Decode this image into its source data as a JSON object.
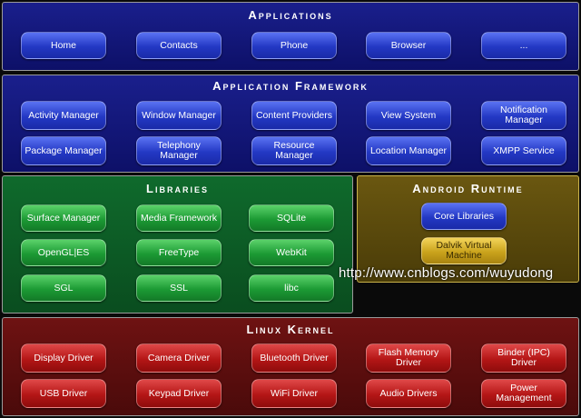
{
  "applications": {
    "title": "Applications",
    "items": [
      "Home",
      "Contacts",
      "Phone",
      "Browser",
      "..."
    ]
  },
  "framework": {
    "title": "Application Framework",
    "items": [
      "Activity Manager",
      "Window Manager",
      "Content Providers",
      "View System",
      "Notification Manager",
      "Package Manager",
      "Telephony Manager",
      "Resource Manager",
      "Location Manager",
      "XMPP Service"
    ]
  },
  "libraries": {
    "title": "Libraries",
    "items": [
      "Surface Manager",
      "Media Framework",
      "SQLite",
      "OpenGL|ES",
      "FreeType",
      "WebKit",
      "SGL",
      "SSL",
      "libc"
    ]
  },
  "runtime": {
    "title": "Android Runtime",
    "items": [
      "Core Libraries",
      "Dalvik Virtual Machine"
    ]
  },
  "kernel": {
    "title": "Linux Kernel",
    "items": [
      "Display Driver",
      "Camera Driver",
      "Bluetooth Driver",
      "Flash Memory Driver",
      "Binder (IPC) Driver",
      "USB Driver",
      "Keypad Driver",
      "WiFi Driver",
      "Audio Drivers",
      "Power Management"
    ]
  },
  "watermark": "http://www.cnblogs.com/wuyudong",
  "colors": {
    "applications": "#1a1f8c",
    "libraries": "#0f6a2c",
    "runtime": "#6a5710",
    "kernel": "#6e1212"
  }
}
